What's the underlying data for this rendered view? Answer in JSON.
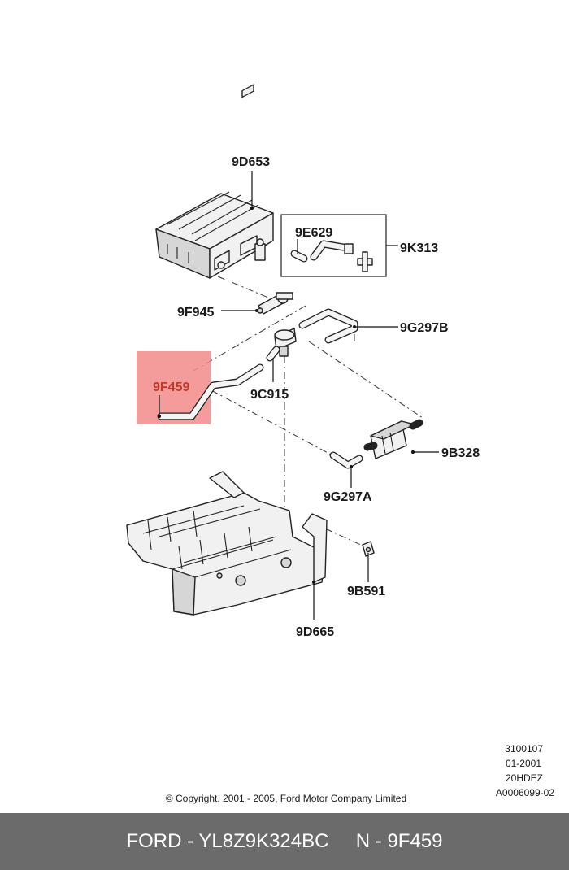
{
  "diagram": {
    "part_labels": {
      "d653": "9D653",
      "e629": "9E629",
      "k313": "9K313",
      "f945": "9F945",
      "g297b": "9G297B",
      "f459": "9F459",
      "c915": "9C915",
      "b328": "9B328",
      "g297a": "9G297A",
      "b591": "9B591",
      "d665": "9D665"
    },
    "highlighted_part": "9F459",
    "highlight_color": "#f28b8b",
    "reference_codes": [
      "3100107",
      "01-2001",
      "20HDEZ",
      "A0006099-02"
    ],
    "copyright": "© Copyright, 2001 - 2005, Ford Motor Company Limited"
  },
  "footer": {
    "text": "FORD - YL8Z9K324BC     N - 9F459",
    "background": "#6b6b6b"
  }
}
